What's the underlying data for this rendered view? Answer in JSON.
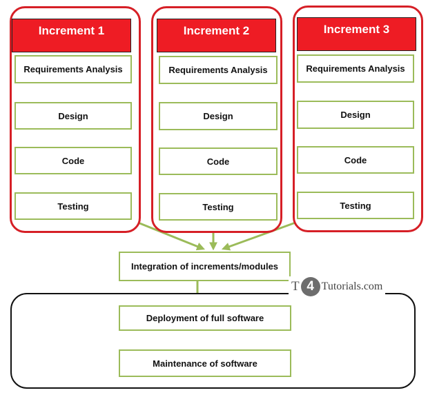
{
  "increments": [
    {
      "title": "Increment 1",
      "steps": [
        "Requirements Analysis",
        "Design",
        "Code",
        "Testing"
      ]
    },
    {
      "title": "Increment 2",
      "steps": [
        "Requirements Analysis",
        "Design",
        "Code",
        "Testing"
      ]
    },
    {
      "title": "Increment 3",
      "steps": [
        "Requirements Analysis",
        "Design",
        "Code",
        "Testing"
      ]
    }
  ],
  "integration": "Integration of increments/modules",
  "deployment": "Deployment of full software",
  "maintenance": "Maintenance of software",
  "watermark": {
    "t": "T",
    "four": "4",
    "text": "Tutorials.com"
  },
  "colors": {
    "increment_border": "#d61f26",
    "header_fill": "#ee1c24",
    "step_border": "#9bbb59",
    "arrow": "#9bbb59"
  }
}
